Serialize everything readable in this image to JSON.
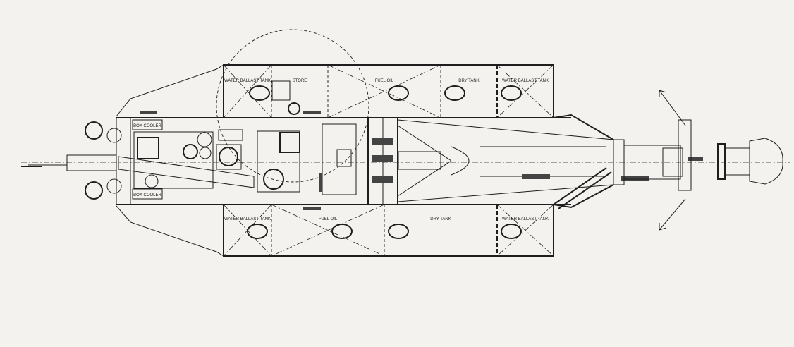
{
  "drawing": {
    "title": "Cutter suction dredger general arrangement - plan view",
    "top_tanks": [
      {
        "label": "WATER BALLAST TANK"
      },
      {
        "label": "STORE"
      },
      {
        "label": "FUEL OIL"
      },
      {
        "label": "DRY TANK"
      },
      {
        "label": "WATER BALLAST TANK"
      }
    ],
    "bottom_tanks": [
      {
        "label": "WATER BALLAST TANK"
      },
      {
        "label": "FUEL OIL"
      },
      {
        "label": "DRY TANK"
      },
      {
        "label": "WATER BALLAST TANK"
      }
    ],
    "coolers": [
      {
        "label": "BOX COOLER"
      },
      {
        "label": "BOX COOLER"
      }
    ],
    "colors": {
      "background": "#f4f2ee",
      "line": "#1e1e1e"
    }
  }
}
